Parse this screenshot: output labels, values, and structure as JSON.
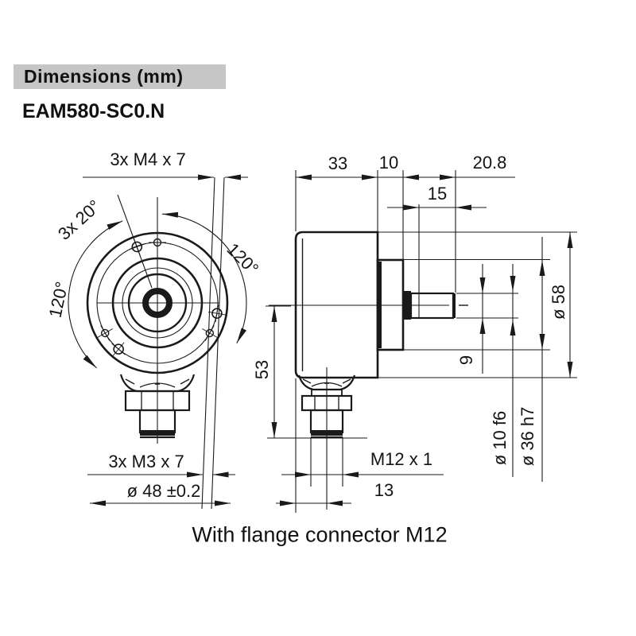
{
  "header": {
    "title": "Dimensions  (mm)",
    "model": "EAM580-SC0.N"
  },
  "caption": "With flange connector M12",
  "front_view": {
    "labels": {
      "m4_holes": "3x M4 x 7",
      "angle20": "3x 20°",
      "angle120_left": "120°",
      "angle120_right": "120°",
      "m3_holes": "3x M3 x 7",
      "dia48": "ø 48 ±0.2"
    }
  },
  "side_view": {
    "labels": {
      "d33": "33",
      "d10": "10",
      "d20_8": "20.8",
      "d15": "15",
      "d53": "53",
      "d9": "9",
      "dia58": "ø 58",
      "dia10": "ø 10 f6",
      "dia36": "ø 36 h7",
      "m12": "M12 x 1",
      "d13": "13"
    }
  }
}
